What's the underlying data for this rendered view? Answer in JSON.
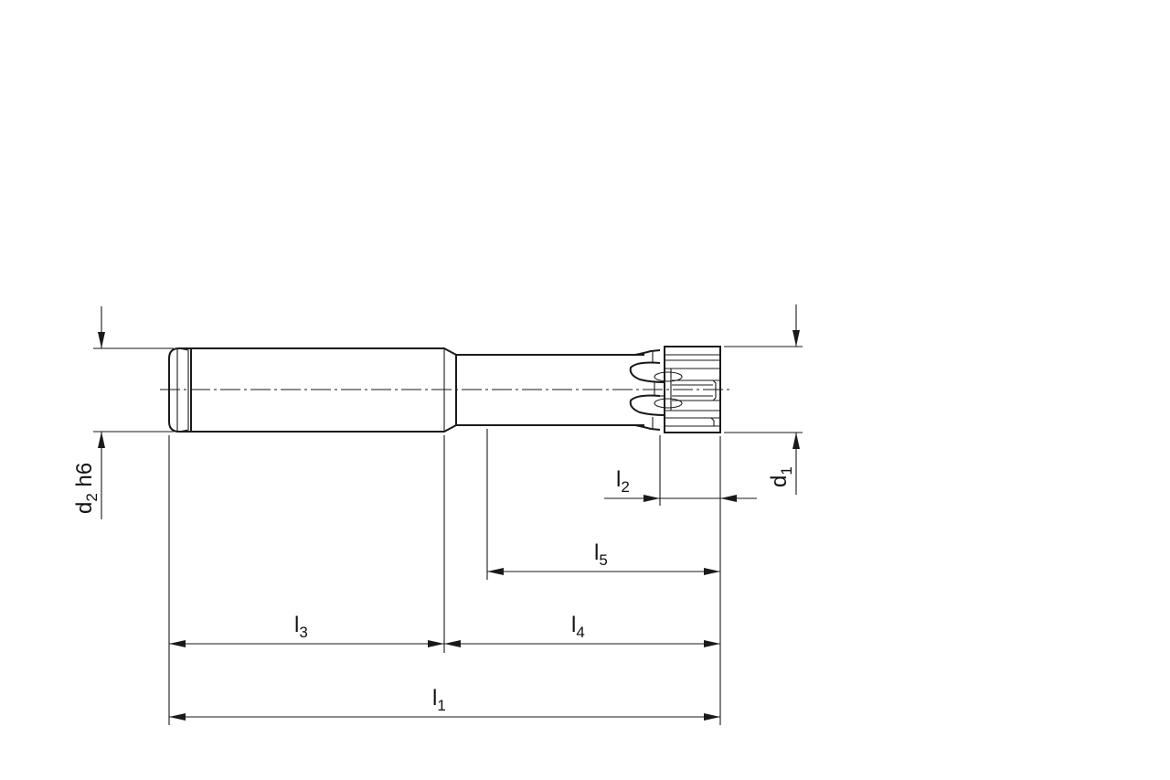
{
  "drawing": {
    "subject": "shank-type cutter with stepped neck and toothed cutting head",
    "view": "side elevation"
  },
  "dimensions": {
    "d2": {
      "symbol": "d",
      "subscript": "2",
      "suffix": " h6"
    },
    "d1": {
      "symbol": "d",
      "subscript": "1"
    },
    "l1": {
      "symbol": "l",
      "subscript": "1"
    },
    "l2": {
      "symbol": "l",
      "subscript": "2"
    },
    "l3": {
      "symbol": "l",
      "subscript": "3"
    },
    "l4": {
      "symbol": "l",
      "subscript": "4"
    },
    "l5": {
      "symbol": "l",
      "subscript": "5"
    }
  },
  "colors": {
    "line": "#1a1a1a",
    "background": "#ffffff"
  }
}
